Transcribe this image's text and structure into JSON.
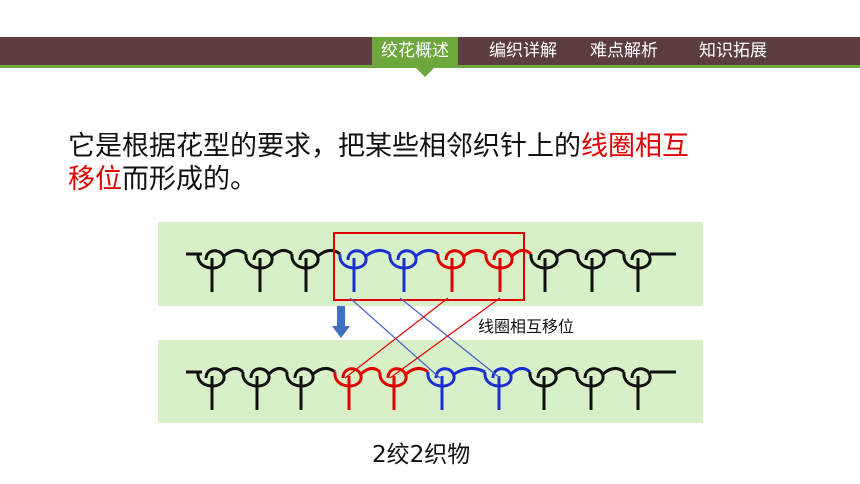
{
  "nav": {
    "items": [
      {
        "label": "绞花概述",
        "active": true
      },
      {
        "label": "编织详解",
        "active": false
      },
      {
        "label": "难点解析",
        "active": false
      },
      {
        "label": "知识拓展",
        "active": false
      }
    ],
    "bar_color": "#5b3c3f",
    "accent_color": "#6ea83c"
  },
  "lead": {
    "text_before": "它是根据花型的要求，把某些相邻织针上的",
    "highlight_1": "线圈相互",
    "highlight_2": "移位",
    "text_after": "而形成的。",
    "highlight_color": "#e00000"
  },
  "diagram": {
    "callout": "线圈相互移位",
    "caption": "2绞2织物",
    "loop_colors": {
      "normal": "#111111",
      "group_a": "#1a2fd0",
      "group_b": "#e00000"
    },
    "arrow_icon": "down-arrow-icon"
  }
}
